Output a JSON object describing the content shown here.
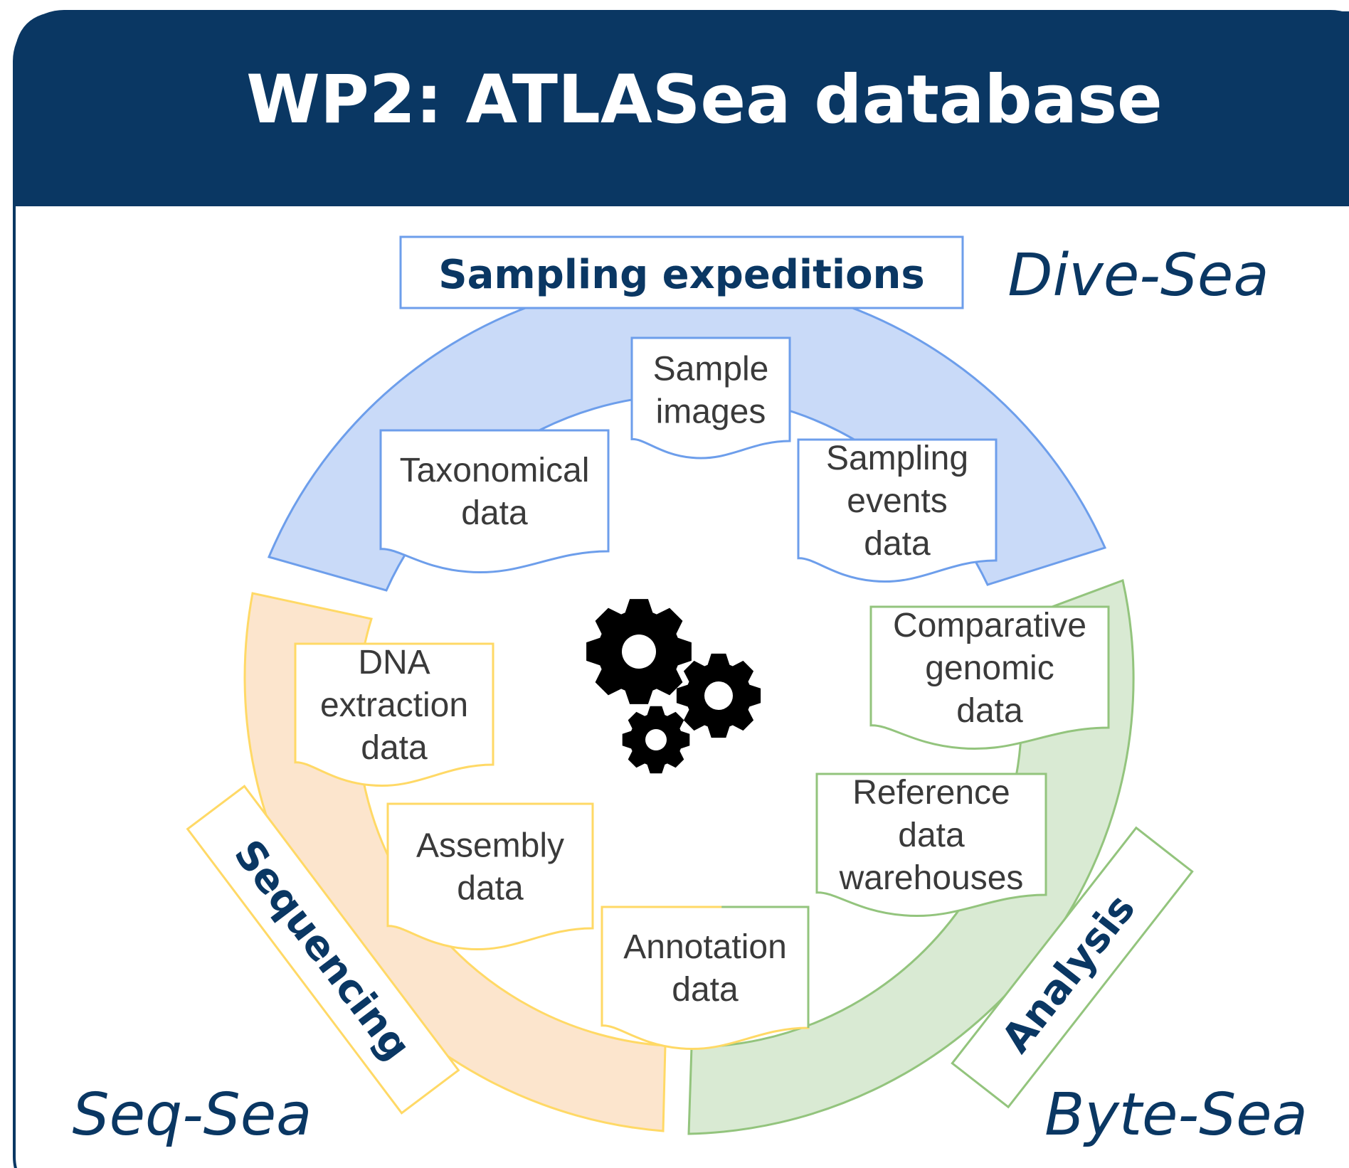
{
  "title": "WP2: ATLASea database",
  "stages": {
    "dive": "Dive-Sea",
    "seq": "Seq-Sea",
    "byte": "Byte-Sea"
  },
  "categories": {
    "sampling": "Sampling expeditions",
    "sequencing": "Sequencing",
    "analysis": "Analysis"
  },
  "documents": {
    "sample_images": [
      "Sample",
      "images"
    ],
    "taxonomical": [
      "Taxonomical",
      "data"
    ],
    "sampling_events": [
      "Sampling",
      "events",
      "data"
    ],
    "dna_extraction": [
      "DNA",
      "extraction",
      "data"
    ],
    "assembly": [
      "Assembly",
      "data"
    ],
    "annotation": [
      "Annotation",
      "data"
    ],
    "comparative": [
      "Comparative",
      "genomic",
      "data"
    ],
    "reference": [
      "Reference",
      "data",
      "warehouses"
    ]
  },
  "colors": {
    "header": "#0a3763",
    "blue_fill": "#c9daf8",
    "blue_stroke": "#6d9eeb",
    "orange_fill": "#fce5cd",
    "yellow_stroke": "#ffd966",
    "green_fill": "#d9ead3",
    "green_stroke": "#93c47d"
  },
  "icons": {
    "center": "gears-icon"
  }
}
